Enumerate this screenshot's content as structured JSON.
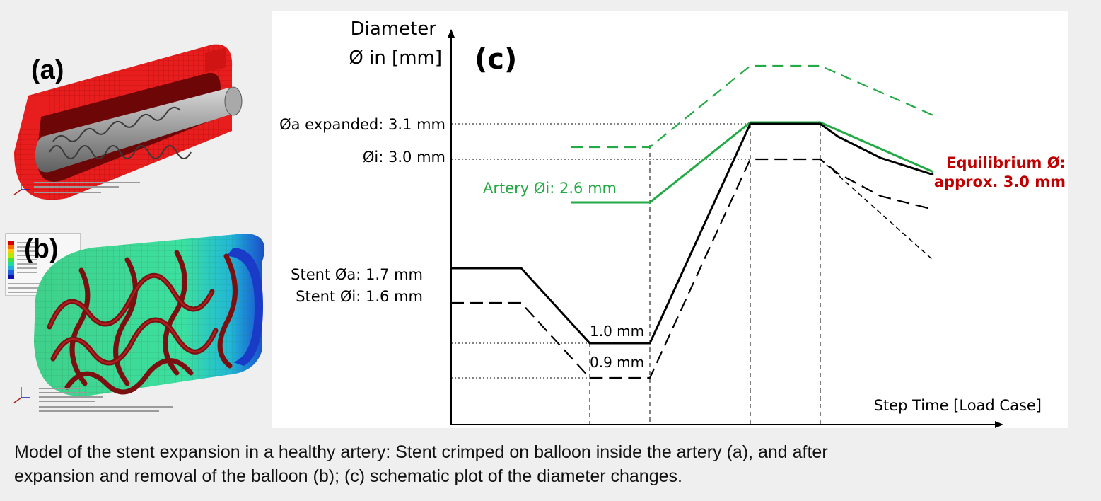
{
  "panels": {
    "a_label": "(a)",
    "b_label": "(b)",
    "c_label": "(c)"
  },
  "chart_data": {
    "type": "line",
    "ylabel_line1": "Diameter",
    "ylabel_line2": "Ø in [mm]",
    "xlabel": "Step Time [Load Case]",
    "y_annotations": {
      "artery_outer": "Øa expanded: 3.1 mm",
      "artery_inner": "Øi: 3.0 mm",
      "stent_outer": "Stent Øa: 1.7 mm",
      "stent_inner": "Stent Øi: 1.6 mm"
    },
    "artery_label": "Artery Øi: 2.6 mm",
    "crimp_outer_label": "1.0 mm",
    "crimp_inner_label": "0.9 mm",
    "equilibrium_line1": "Equilibrium Ø:",
    "equilibrium_line2": "approx. 3.0 mm",
    "colors": {
      "artery": "#22aa44",
      "stent": "#000000",
      "equilibrium": "#c00000"
    }
  },
  "caption": {
    "line1": "Model of the stent expansion in a healthy artery: Stent crimped on balloon inside the artery (a), and after",
    "line2": "expansion and removal of the balloon (b); (c) schematic plot of the diameter changes."
  }
}
